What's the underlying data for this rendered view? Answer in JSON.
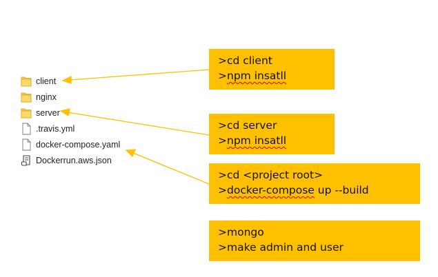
{
  "explorer": {
    "files": [
      {
        "name": "client",
        "icon": "folder-icon"
      },
      {
        "name": "nginx",
        "icon": "folder-icon"
      },
      {
        "name": "server",
        "icon": "folder-icon"
      },
      {
        "name": ".travis.yml",
        "icon": "document-icon"
      },
      {
        "name": "docker-compose.yaml",
        "icon": "document-icon"
      },
      {
        "name": "Dockerrun.aws.json",
        "icon": "script-icon"
      }
    ]
  },
  "notes": [
    {
      "line1_prefix": ">cd client",
      "line2_prefix": ">",
      "line2_squiggle": "npm insatll",
      "line2_suffix": ""
    },
    {
      "line1_prefix": ">cd server",
      "line2_prefix": ">",
      "line2_squiggle": "npm insatll",
      "line2_suffix": ""
    },
    {
      "line1_prefix": ">cd <project root>",
      "line2_prefix": ">",
      "line2_squiggle": "docker-compose",
      "line2_suffix": " up --build"
    },
    {
      "line1_prefix": ">mongo",
      "line2_prefix": ">make admin and user",
      "line2_squiggle": "",
      "line2_suffix": ""
    }
  ],
  "colors": {
    "note_bg": "#ffc000",
    "arrow": "#ffc000",
    "folder": "#f5c542",
    "spellcheck": "#d00000"
  }
}
